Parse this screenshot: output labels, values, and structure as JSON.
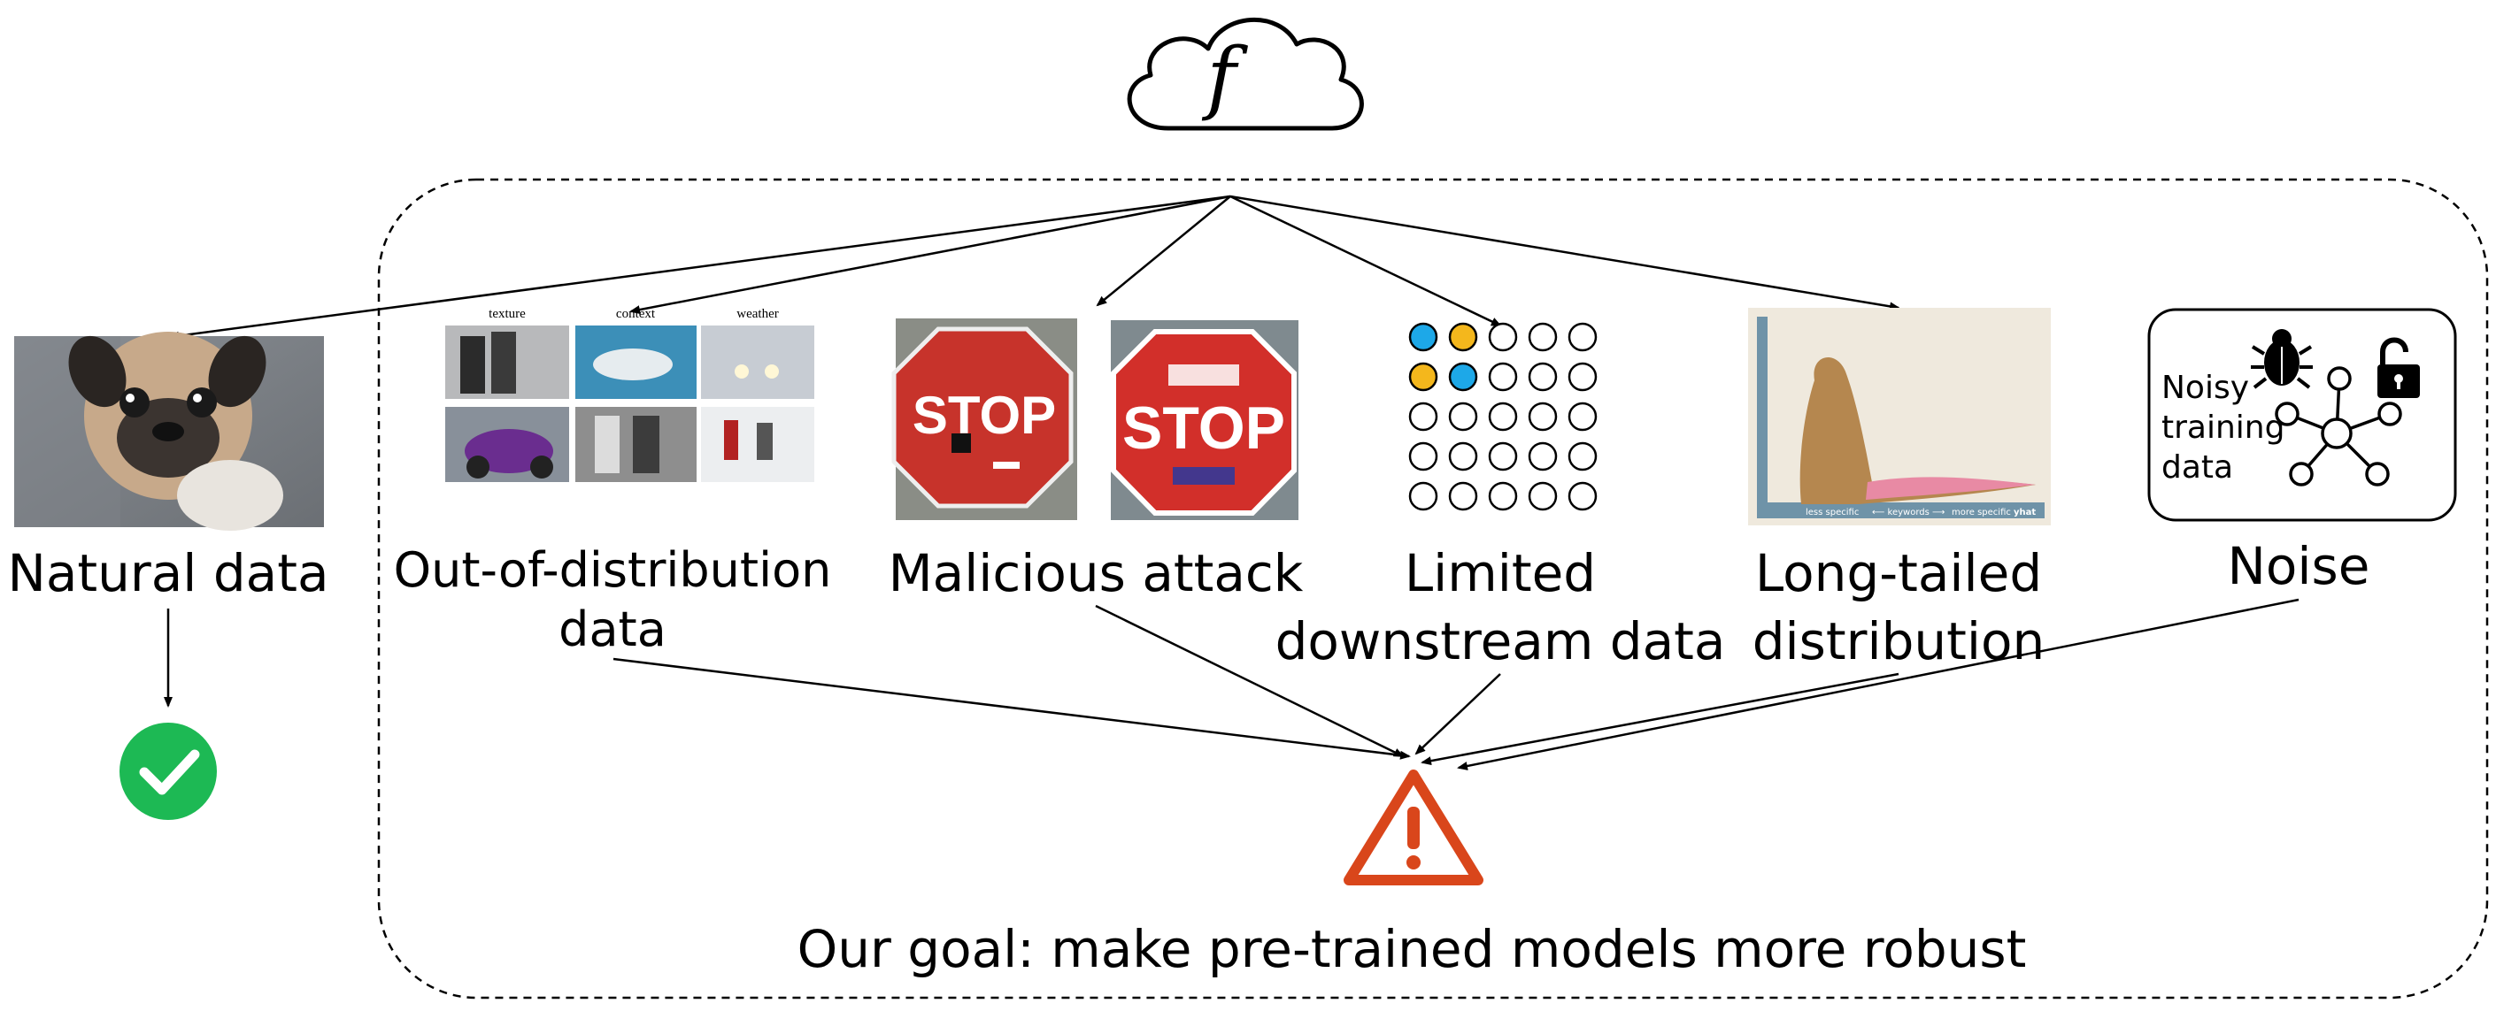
{
  "model_symbol": "f",
  "categories": {
    "natural": {
      "label": "Natural data"
    },
    "ood": {
      "label_lines": [
        "Out-of-distribution",
        "data"
      ],
      "sub_labels": [
        "texture",
        "context",
        "weather"
      ]
    },
    "attack": {
      "label": "Malicious attack",
      "sign_text": "STOP"
    },
    "limited": {
      "label_lines": [
        "Limited",
        "downstream data"
      ]
    },
    "longtail": {
      "label_lines": [
        "Long-tailed",
        "distribution"
      ],
      "axis_left": "less specific",
      "axis_mid": "⟵ keywords ⟶",
      "axis_right": "more specific",
      "brand": "yhat"
    },
    "noise": {
      "label": "Noise",
      "box_text_lines": [
        "Noisy",
        "training",
        "data"
      ]
    }
  },
  "goal": "Our goal: make pre-trained models more robust",
  "colors": {
    "check_green": "#1db954",
    "warning_red": "#d9461b",
    "dot_blue": "#1da8e8",
    "dot_yellow": "#f4b71c"
  }
}
